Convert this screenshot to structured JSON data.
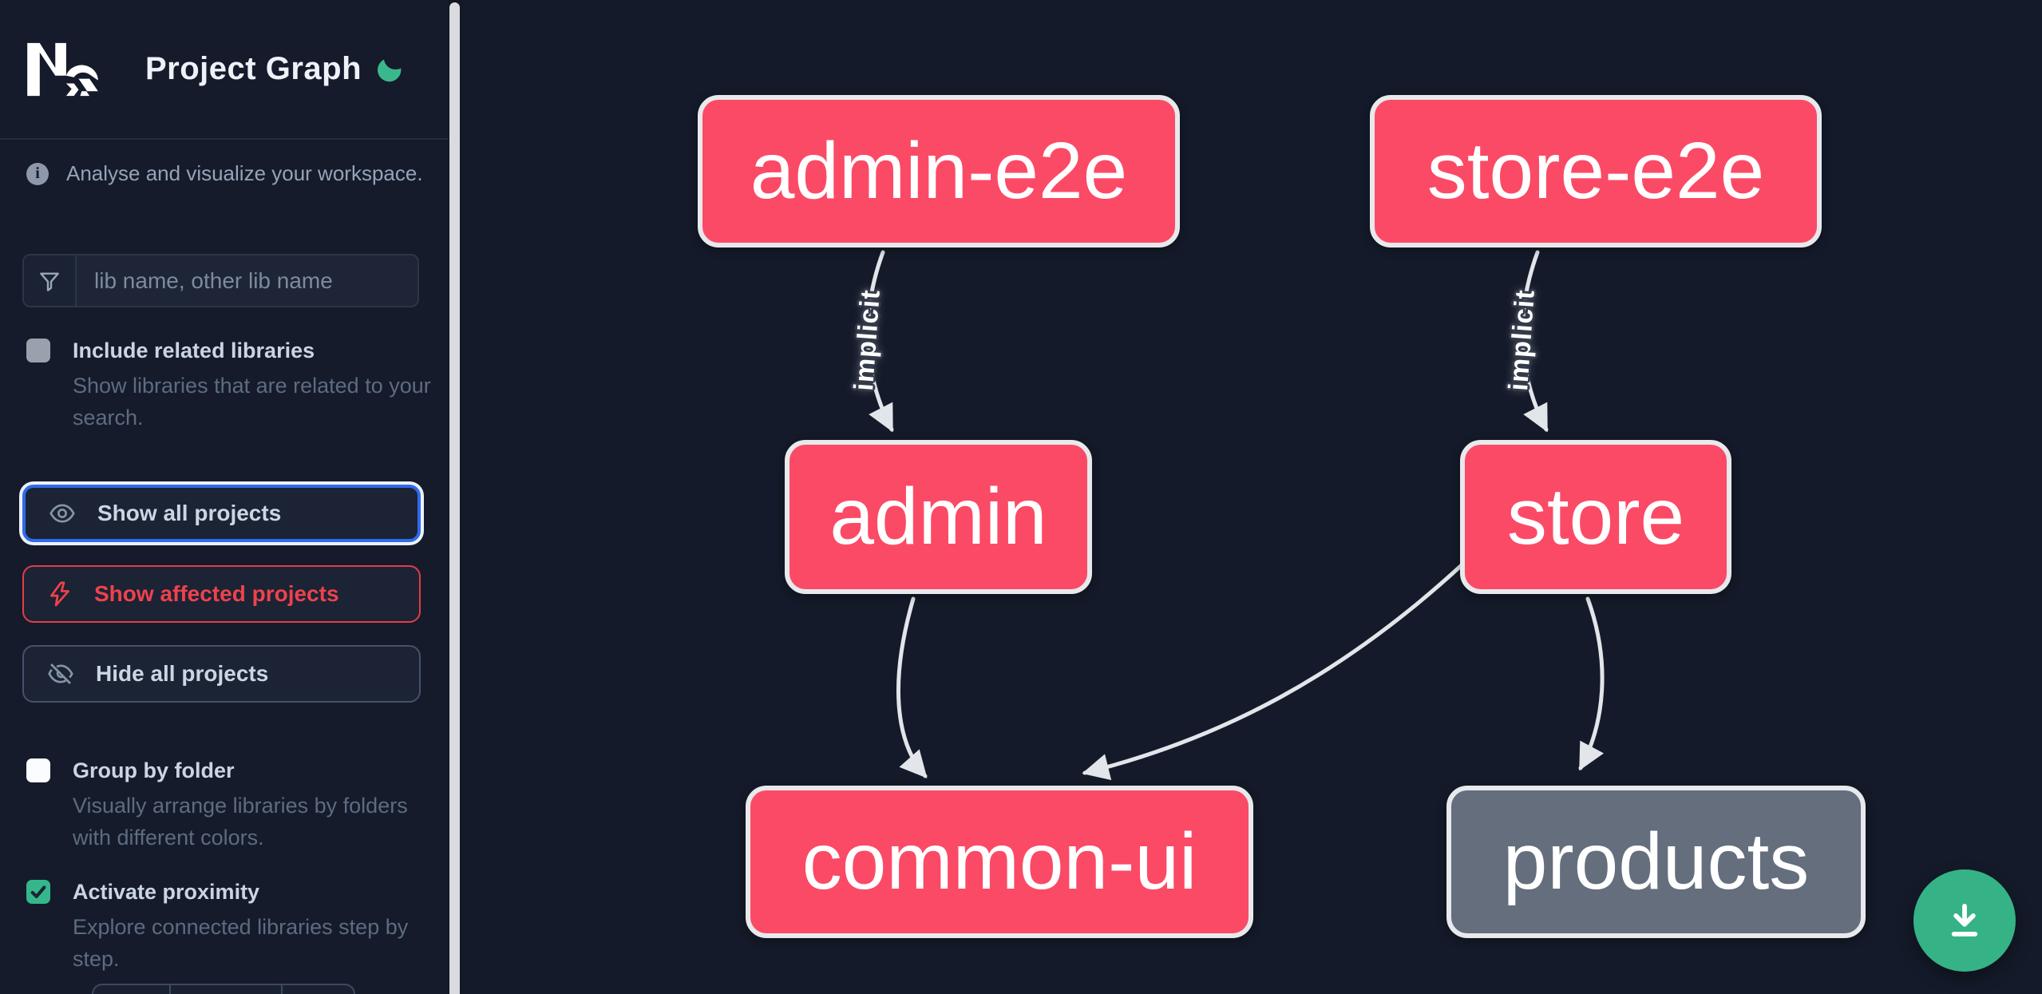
{
  "app": {
    "title": "Project Graph"
  },
  "colors": {
    "background": "#141a29",
    "sidebar_background": "#151b2b",
    "accent_green": "#35b286",
    "focus_ring_blue": "#2f6bea",
    "affected_red": "#ee424d",
    "node_primary_pink": "#fb4a66",
    "node_muted_gray": "#646e7c",
    "node_border": "#e8e9ec",
    "edge_gray": "#e2e5e9",
    "checkbox_checked_green": "#34b78a"
  },
  "sidebar": {
    "tagline": "Analyse and visualize your workspace.",
    "info_icon": "info-icon",
    "search": {
      "placeholder": "lib name, other lib name",
      "value": "",
      "icon": "filter-funnel-icon"
    },
    "options": [
      {
        "label": "Include related libraries",
        "description": "Show libraries that are related to your search.",
        "checked": false
      },
      {
        "label": "Group by folder",
        "description": "Visually arrange libraries by folders with different colors.",
        "checked": false
      },
      {
        "label": "Activate proximity",
        "description": "Explore connected libraries step by step.",
        "checked": true
      }
    ],
    "actions": [
      {
        "label": "Show all projects",
        "icon": "eye-icon",
        "state": "focused"
      },
      {
        "label": "Show affected projects",
        "icon": "bolt-icon",
        "state": "affected"
      },
      {
        "label": "Hide all projects",
        "icon": "eye-off-icon",
        "state": "default"
      }
    ]
  },
  "graph": {
    "nodes": [
      {
        "label": "admin-e2e",
        "variant": "highlighted"
      },
      {
        "label": "store-e2e",
        "variant": "highlighted"
      },
      {
        "label": "admin",
        "variant": "highlighted"
      },
      {
        "label": "store",
        "variant": "highlighted"
      },
      {
        "label": "common-ui",
        "variant": "highlighted"
      },
      {
        "label": "products",
        "variant": "muted"
      }
    ],
    "edges": [
      {
        "from": "admin-e2e",
        "to": "admin",
        "label": "implicit"
      },
      {
        "from": "store-e2e",
        "to": "store",
        "label": "implicit"
      },
      {
        "from": "admin",
        "to": "common-ui",
        "label": ""
      },
      {
        "from": "store",
        "to": "common-ui",
        "label": ""
      },
      {
        "from": "store",
        "to": "products",
        "label": ""
      }
    ]
  },
  "fab": {
    "icon": "download-icon"
  }
}
